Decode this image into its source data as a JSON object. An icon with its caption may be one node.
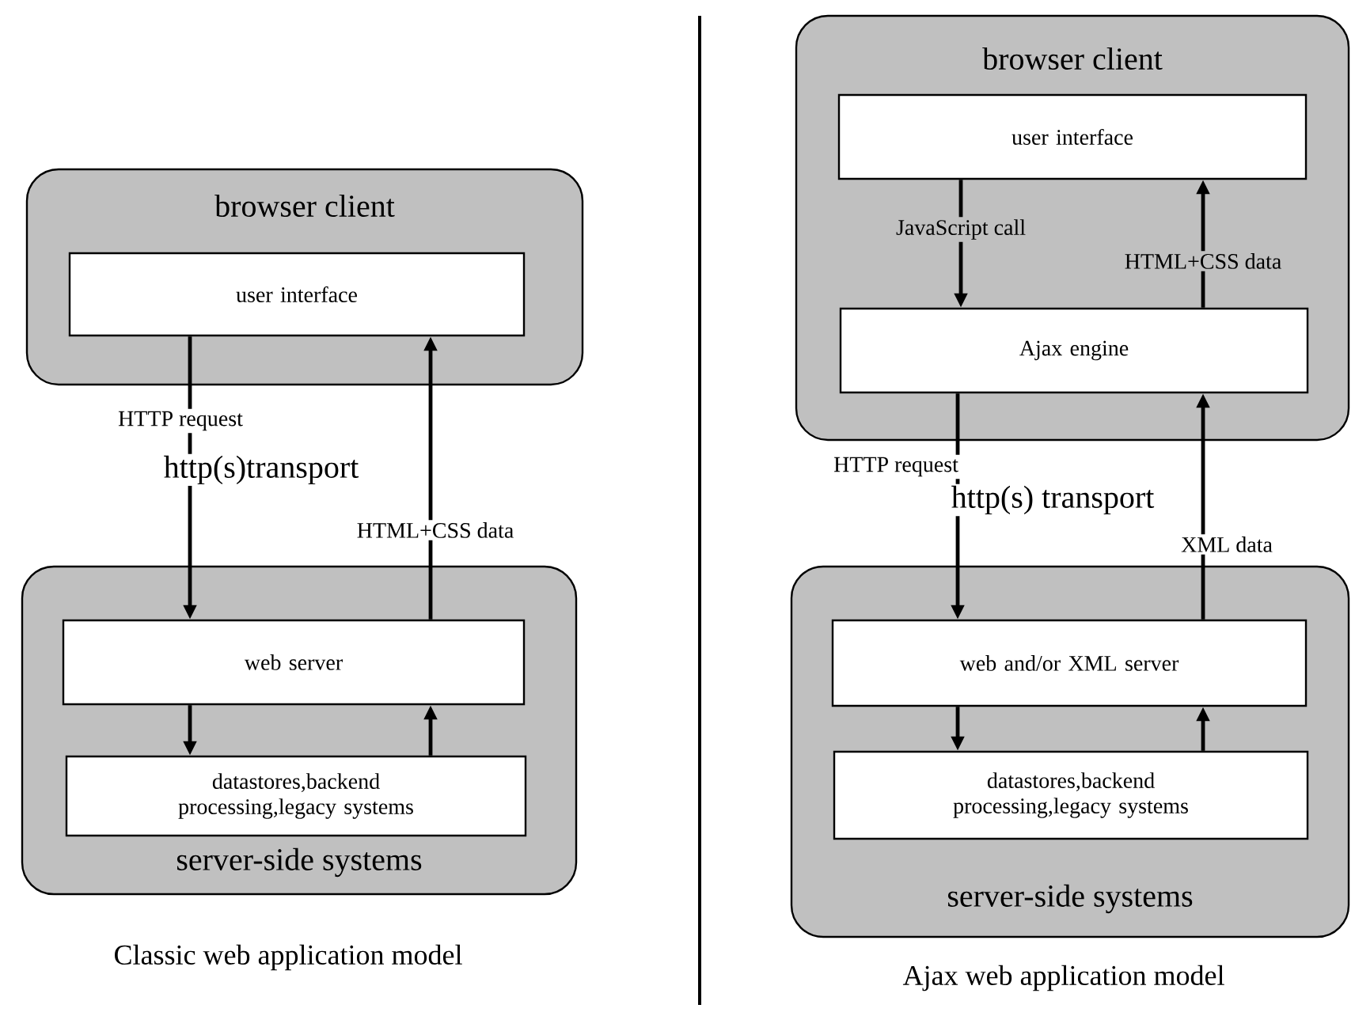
{
  "diagram": {
    "nodes": [
      {
        "text": [
          "browser client"
        ]
      },
      {
        "text": [
          "user interface"
        ],
        "in": 0
      },
      {
        "text": [
          "server-side systems"
        ]
      },
      {
        "text": [
          "web server"
        ],
        "in": 2
      },
      {
        "text": [
          "datastores,backend processing,legacy systems"
        ],
        "in": 2
      },
      {
        "text": [
          "browser client"
        ]
      },
      {
        "text": [
          "user interface"
        ],
        "in": 5
      },
      {
        "text": [
          "Ajax engine"
        ],
        "in": 5
      },
      {
        "text": [
          "server-side systems"
        ]
      },
      {
        "text": [
          "web and/or XML server"
        ],
        "in": 8
      },
      {
        "text": [
          "datastores,backend processing,legacy systems"
        ],
        "in": 8
      }
    ],
    "edges": [
      {
        "from": 1,
        "to": 3,
        "arrow": "to",
        "label": "HTTP request"
      },
      {
        "from": 3,
        "to": 1,
        "arrow": "to",
        "label": "HTML+CSS data"
      },
      {
        "from": 3,
        "to": 4,
        "arrow": "to"
      },
      {
        "from": 4,
        "to": 3,
        "arrow": "to"
      },
      {
        "from": 6,
        "to": 7,
        "arrow": "to",
        "label": "JavaScript call"
      },
      {
        "from": 7,
        "to": 6,
        "arrow": "to",
        "label": "HTML+CSS data"
      },
      {
        "from": 7,
        "to": 9,
        "arrow": "to",
        "label": "HTTP request"
      },
      {
        "from": 9,
        "to": 7,
        "arrow": "to",
        "label": "XML data"
      },
      {
        "from": 9,
        "to": 10,
        "arrow": "to"
      },
      {
        "from": 10,
        "to": 9,
        "arrow": "to"
      }
    ],
    "labels": [
      "http(s)transport",
      "http(s) transport",
      "Classic web application model",
      "Ajax web application model"
    ]
  }
}
